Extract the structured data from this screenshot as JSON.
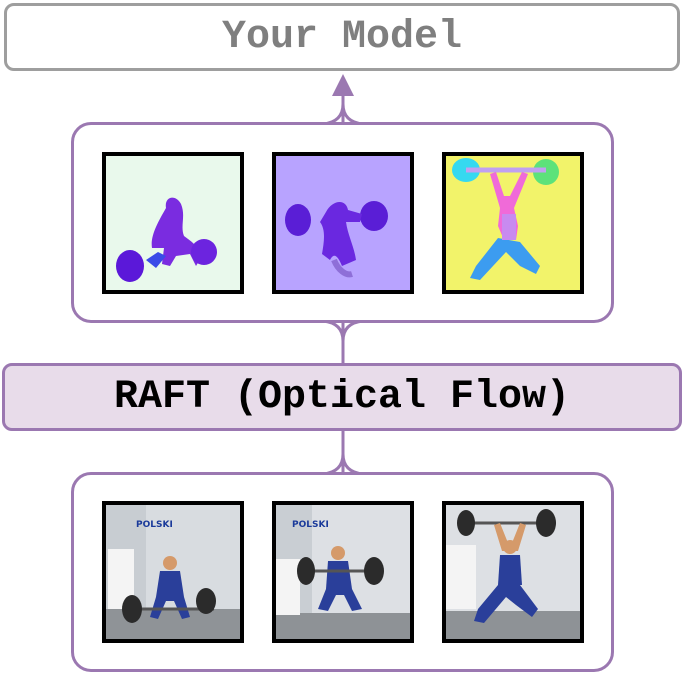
{
  "top_box": {
    "label": "Your Model"
  },
  "middle_bar": {
    "label": "RAFT (Optical Flow)"
  },
  "flow_images": [
    {
      "name": "flow-map-1",
      "background": "#e9f9ec",
      "blob_color": "#7a2ce0"
    },
    {
      "name": "flow-map-2",
      "background": "#b8a3ff",
      "blob_color": "#5a1ed6"
    },
    {
      "name": "flow-map-3",
      "background": "#f2f36a",
      "blob_color": "#f06ad8"
    }
  ],
  "video_frames": [
    {
      "name": "frame-1",
      "caption_visible": "POLSKI"
    },
    {
      "name": "frame-2",
      "caption_visible": "POLSKI"
    },
    {
      "name": "frame-3",
      "caption_visible": ""
    }
  ],
  "colors": {
    "accent": "#9b78b1",
    "top_border": "#9e9e9e",
    "top_text": "#7f7f7f",
    "bar_fill": "#e8dcea"
  }
}
